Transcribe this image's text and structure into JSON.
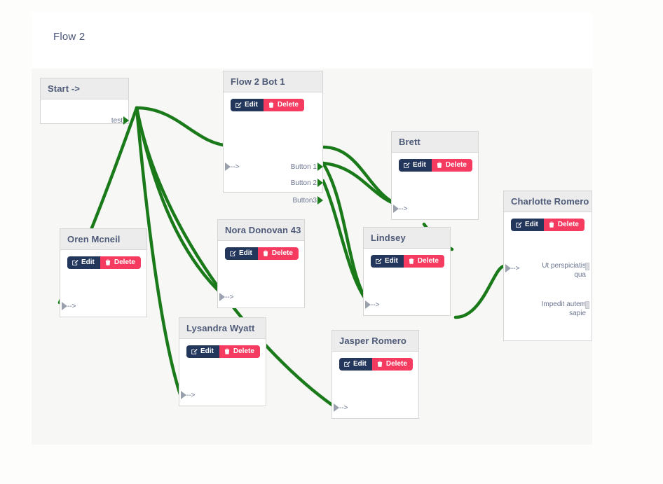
{
  "page": {
    "background_color": "#fdfdfb",
    "canvas_color": "#f7f7f5",
    "header_color": "#ffffff"
  },
  "header": {
    "title": "Flow 2"
  },
  "theme": {
    "edit_color": "#23375c",
    "delete_color": "#f63b60",
    "edge_color": "#1a7a1a",
    "node_header_color": "#ececec",
    "node_title_color": "#4e5a78",
    "port_text_color": "#6a7490"
  },
  "buttons": {
    "edit_label": "Edit",
    "delete_label": "Delete",
    "edit_icon": "pencil-square-icon",
    "delete_icon": "trash-icon"
  },
  "nodes": [
    {
      "id": "start",
      "title": "Start ->",
      "has_buttons": false,
      "inputs": [],
      "outputs": [
        "test"
      ]
    },
    {
      "id": "flow2bot1",
      "title": "Flow 2 Bot 1",
      "has_buttons": true,
      "inputs": [
        "-->"
      ],
      "outputs": [
        "Button 1",
        "Button 2",
        "Button3"
      ]
    },
    {
      "id": "oren",
      "title": "Oren Mcneil",
      "has_buttons": true,
      "inputs": [
        "-->"
      ],
      "outputs": []
    },
    {
      "id": "nora",
      "title": "Nora Donovan 43",
      "has_buttons": true,
      "inputs": [
        "-->"
      ],
      "outputs": []
    },
    {
      "id": "lysandra",
      "title": "Lysandra Wyatt",
      "has_buttons": true,
      "inputs": [
        "-->"
      ],
      "outputs": []
    },
    {
      "id": "jasper",
      "title": "Jasper Romero",
      "has_buttons": true,
      "inputs": [
        "-->"
      ],
      "outputs": []
    },
    {
      "id": "brett",
      "title": "Brett",
      "has_buttons": true,
      "inputs": [
        "-->"
      ],
      "outputs": []
    },
    {
      "id": "lindsey",
      "title": "Lindsey",
      "has_buttons": true,
      "inputs": [
        "-->"
      ],
      "outputs": []
    },
    {
      "id": "charlotte",
      "title": "Charlotte Romero",
      "has_buttons": true,
      "inputs": [
        "-->"
      ],
      "outputs": [
        "Ut perspiciatis qua",
        "Impedit autem sapie"
      ]
    }
  ]
}
